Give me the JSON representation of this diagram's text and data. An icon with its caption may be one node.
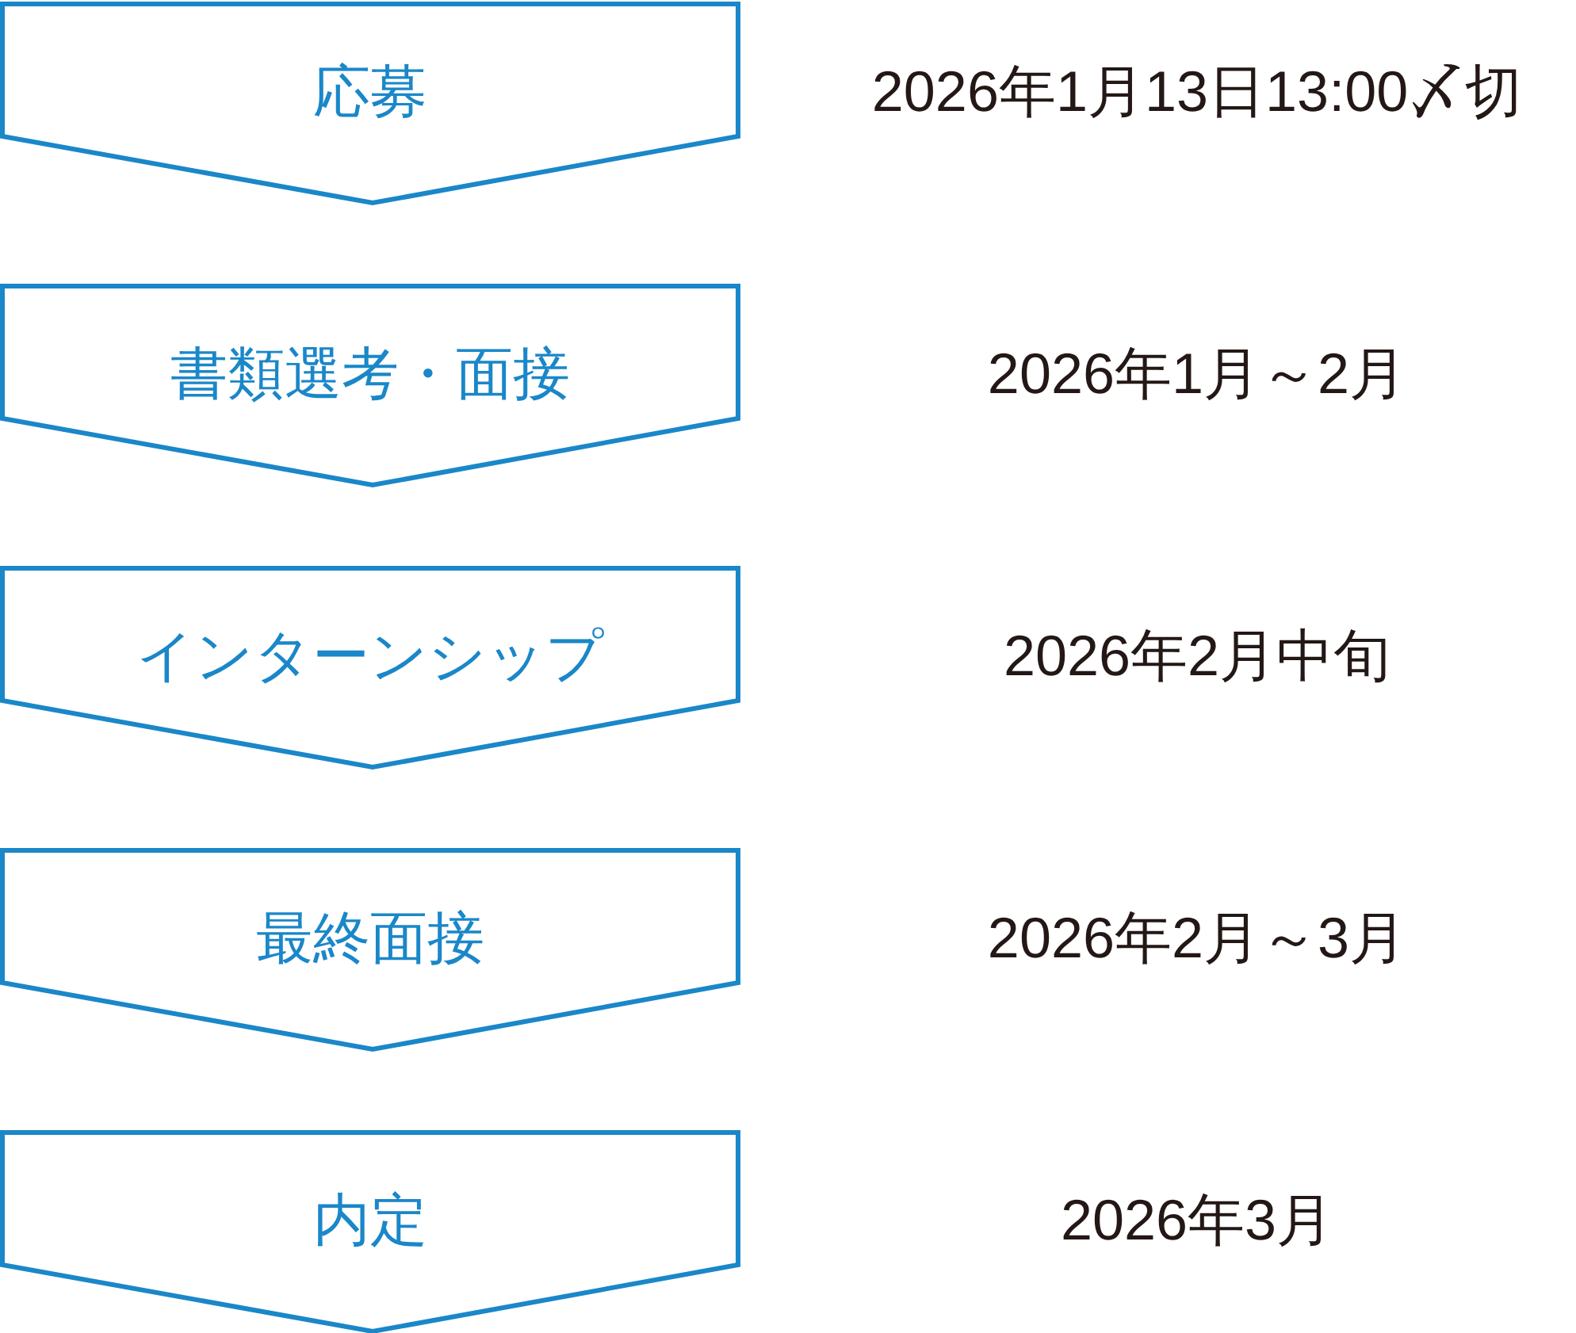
{
  "diagram": {
    "nodes": [
      {
        "text": [
          "応募"
        ]
      },
      {
        "text": [
          "書類選考・面接"
        ]
      },
      {
        "text": [
          "インターンシップ"
        ]
      },
      {
        "text": [
          "最終面接"
        ]
      },
      {
        "text": [
          "内定"
        ]
      }
    ],
    "labels": [
      "2026年1月13日13:00〆切",
      "2026年1月～2月",
      "2026年2月中旬",
      "2026年2月～3月",
      "2026年3月"
    ]
  }
}
